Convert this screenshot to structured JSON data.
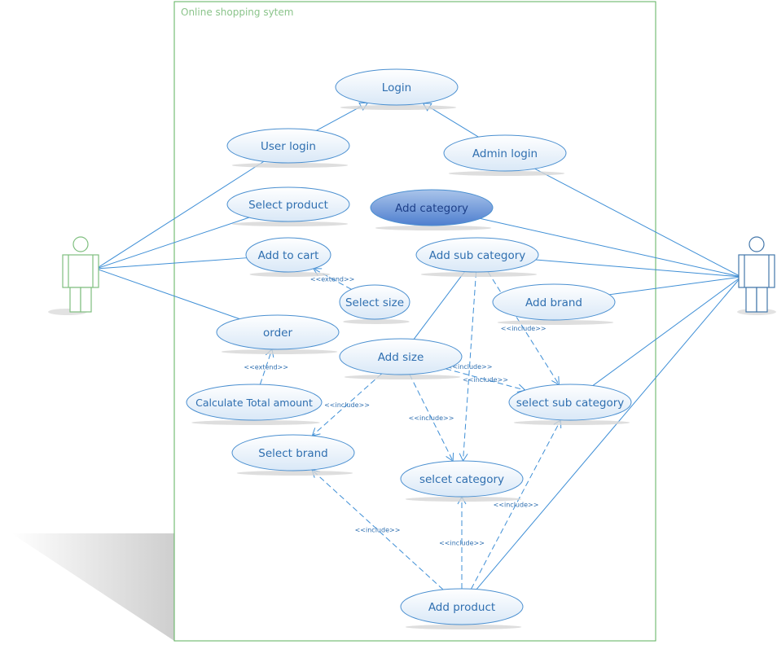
{
  "system": {
    "title": "Online shopping sytem"
  },
  "colors": {
    "line": "#3f8fd6",
    "usecase_stroke": "#4a8fd0",
    "usecase_fill_light": "#ffffff",
    "usecase_fill_mid": "#d9e8f7",
    "usecase_text": "#2f6fb0",
    "highlight_fill_top": "#a9c4ea",
    "highlight_fill_bottom": "#4f7fcf",
    "highlight_text": "#1d3f88",
    "boundary": "#5bb05b",
    "user_actor": "#7fbf7f",
    "admin_actor": "#4477aa",
    "shadow": "#d6d6d6"
  },
  "actors": [
    {
      "id": "user",
      "icon": "user-actor-icon",
      "label": ""
    },
    {
      "id": "admin",
      "icon": "admin-actor-icon",
      "label": ""
    }
  ],
  "use_cases": [
    {
      "id": "login",
      "label": "Login"
    },
    {
      "id": "user_login",
      "label": "User login"
    },
    {
      "id": "admin_login",
      "label": "Admin login"
    },
    {
      "id": "select_product",
      "label": "Select product"
    },
    {
      "id": "add_category",
      "label": "Add category",
      "highlighted": true
    },
    {
      "id": "add_to_cart",
      "label": "Add to cart"
    },
    {
      "id": "add_sub_category",
      "label": "Add sub category"
    },
    {
      "id": "select_size",
      "label": "Select size"
    },
    {
      "id": "add_brand",
      "label": "Add brand"
    },
    {
      "id": "order",
      "label": "order"
    },
    {
      "id": "add_size",
      "label": "Add size"
    },
    {
      "id": "calc_total",
      "label": "Calculate Total amount"
    },
    {
      "id": "select_sub_category",
      "label": "select sub category"
    },
    {
      "id": "select_brand",
      "label": "Select brand"
    },
    {
      "id": "select_category",
      "label": "selcet category"
    },
    {
      "id": "add_product",
      "label": "Add product"
    }
  ],
  "relations": {
    "extend_label": "<<extend>>",
    "include_label": "<<include>>",
    "generalizations": [
      {
        "from": "user_login",
        "to": "login"
      },
      {
        "from": "admin_login",
        "to": "login"
      }
    ],
    "associations": [
      {
        "actor": "user",
        "use_case": "user_login"
      },
      {
        "actor": "user",
        "use_case": "select_product"
      },
      {
        "actor": "user",
        "use_case": "add_to_cart"
      },
      {
        "actor": "user",
        "use_case": "order"
      },
      {
        "actor": "admin",
        "use_case": "admin_login"
      },
      {
        "actor": "admin",
        "use_case": "add_category"
      },
      {
        "actor": "admin",
        "use_case": "add_sub_category"
      },
      {
        "actor": "admin",
        "use_case": "add_brand"
      },
      {
        "actor": "admin",
        "use_case": "select_sub_category"
      },
      {
        "actor": "admin",
        "use_case": "add_product"
      },
      {
        "from": "add_sub_category",
        "to": "add_size"
      }
    ],
    "extends": [
      {
        "from": "select_size",
        "to": "add_to_cart"
      },
      {
        "from": "calc_total",
        "to": "order"
      }
    ],
    "includes": [
      {
        "from": "add_size",
        "to": "select_brand"
      },
      {
        "from": "add_size",
        "to": "select_category"
      },
      {
        "from": "add_size",
        "to": "select_sub_category"
      },
      {
        "from": "add_sub_category",
        "to": "select_category"
      },
      {
        "from": "add_sub_category",
        "to": "select_sub_category"
      },
      {
        "from": "add_product",
        "to": "select_brand"
      },
      {
        "from": "add_product",
        "to": "select_category"
      },
      {
        "from": "add_product",
        "to": "select_sub_category"
      }
    ]
  }
}
